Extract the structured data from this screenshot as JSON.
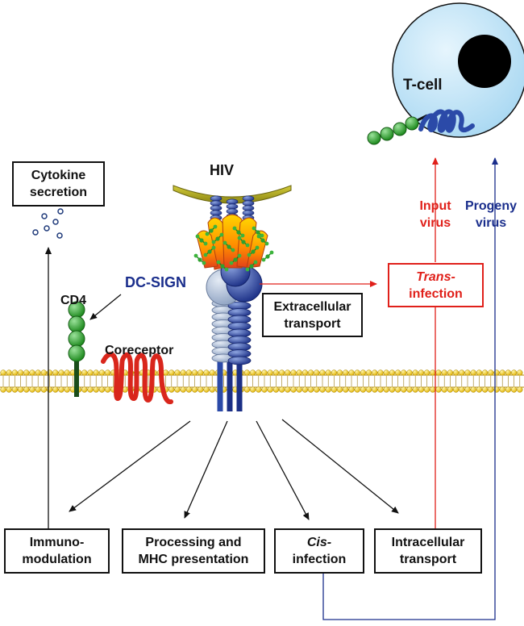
{
  "labels": {
    "hiv": "HIV",
    "dc_sign": "DC-SIGN",
    "cd4": "CD4",
    "coreceptor": "Coreceptor",
    "t_cell": "T-cell",
    "input_virus": [
      "Input",
      "virus"
    ],
    "progeny_virus": [
      "Progeny",
      "virus"
    ]
  },
  "boxes": {
    "cytokine": [
      "Cytokine",
      "secretion"
    ],
    "extracellular": [
      "Extracellular",
      "transport"
    ],
    "trans_infection": [
      "Trans-",
      "infection"
    ],
    "immunomodulation": [
      "Immuno-",
      "modulation"
    ],
    "processing": [
      "Processing and",
      "MHC presentation"
    ],
    "cis_infection": [
      "Cis-",
      "infection"
    ],
    "intracellular": [
      "Intracellular",
      "transport"
    ]
  },
  "colors": {
    "red": "#e0201a",
    "navy": "#1a2e8c",
    "membrane": "#f2c80f",
    "cd4_green": "#2ea12e",
    "cell": "#bfe3f7",
    "nucleus": "#000000",
    "hiv_olive": "#a8a020"
  },
  "icons": {
    "membrane": "lipid-bilayer-icon",
    "cell": "t-cell-icon",
    "virus": "hiv-virion-icon",
    "receptor": "dc-sign-receptor-icon"
  }
}
